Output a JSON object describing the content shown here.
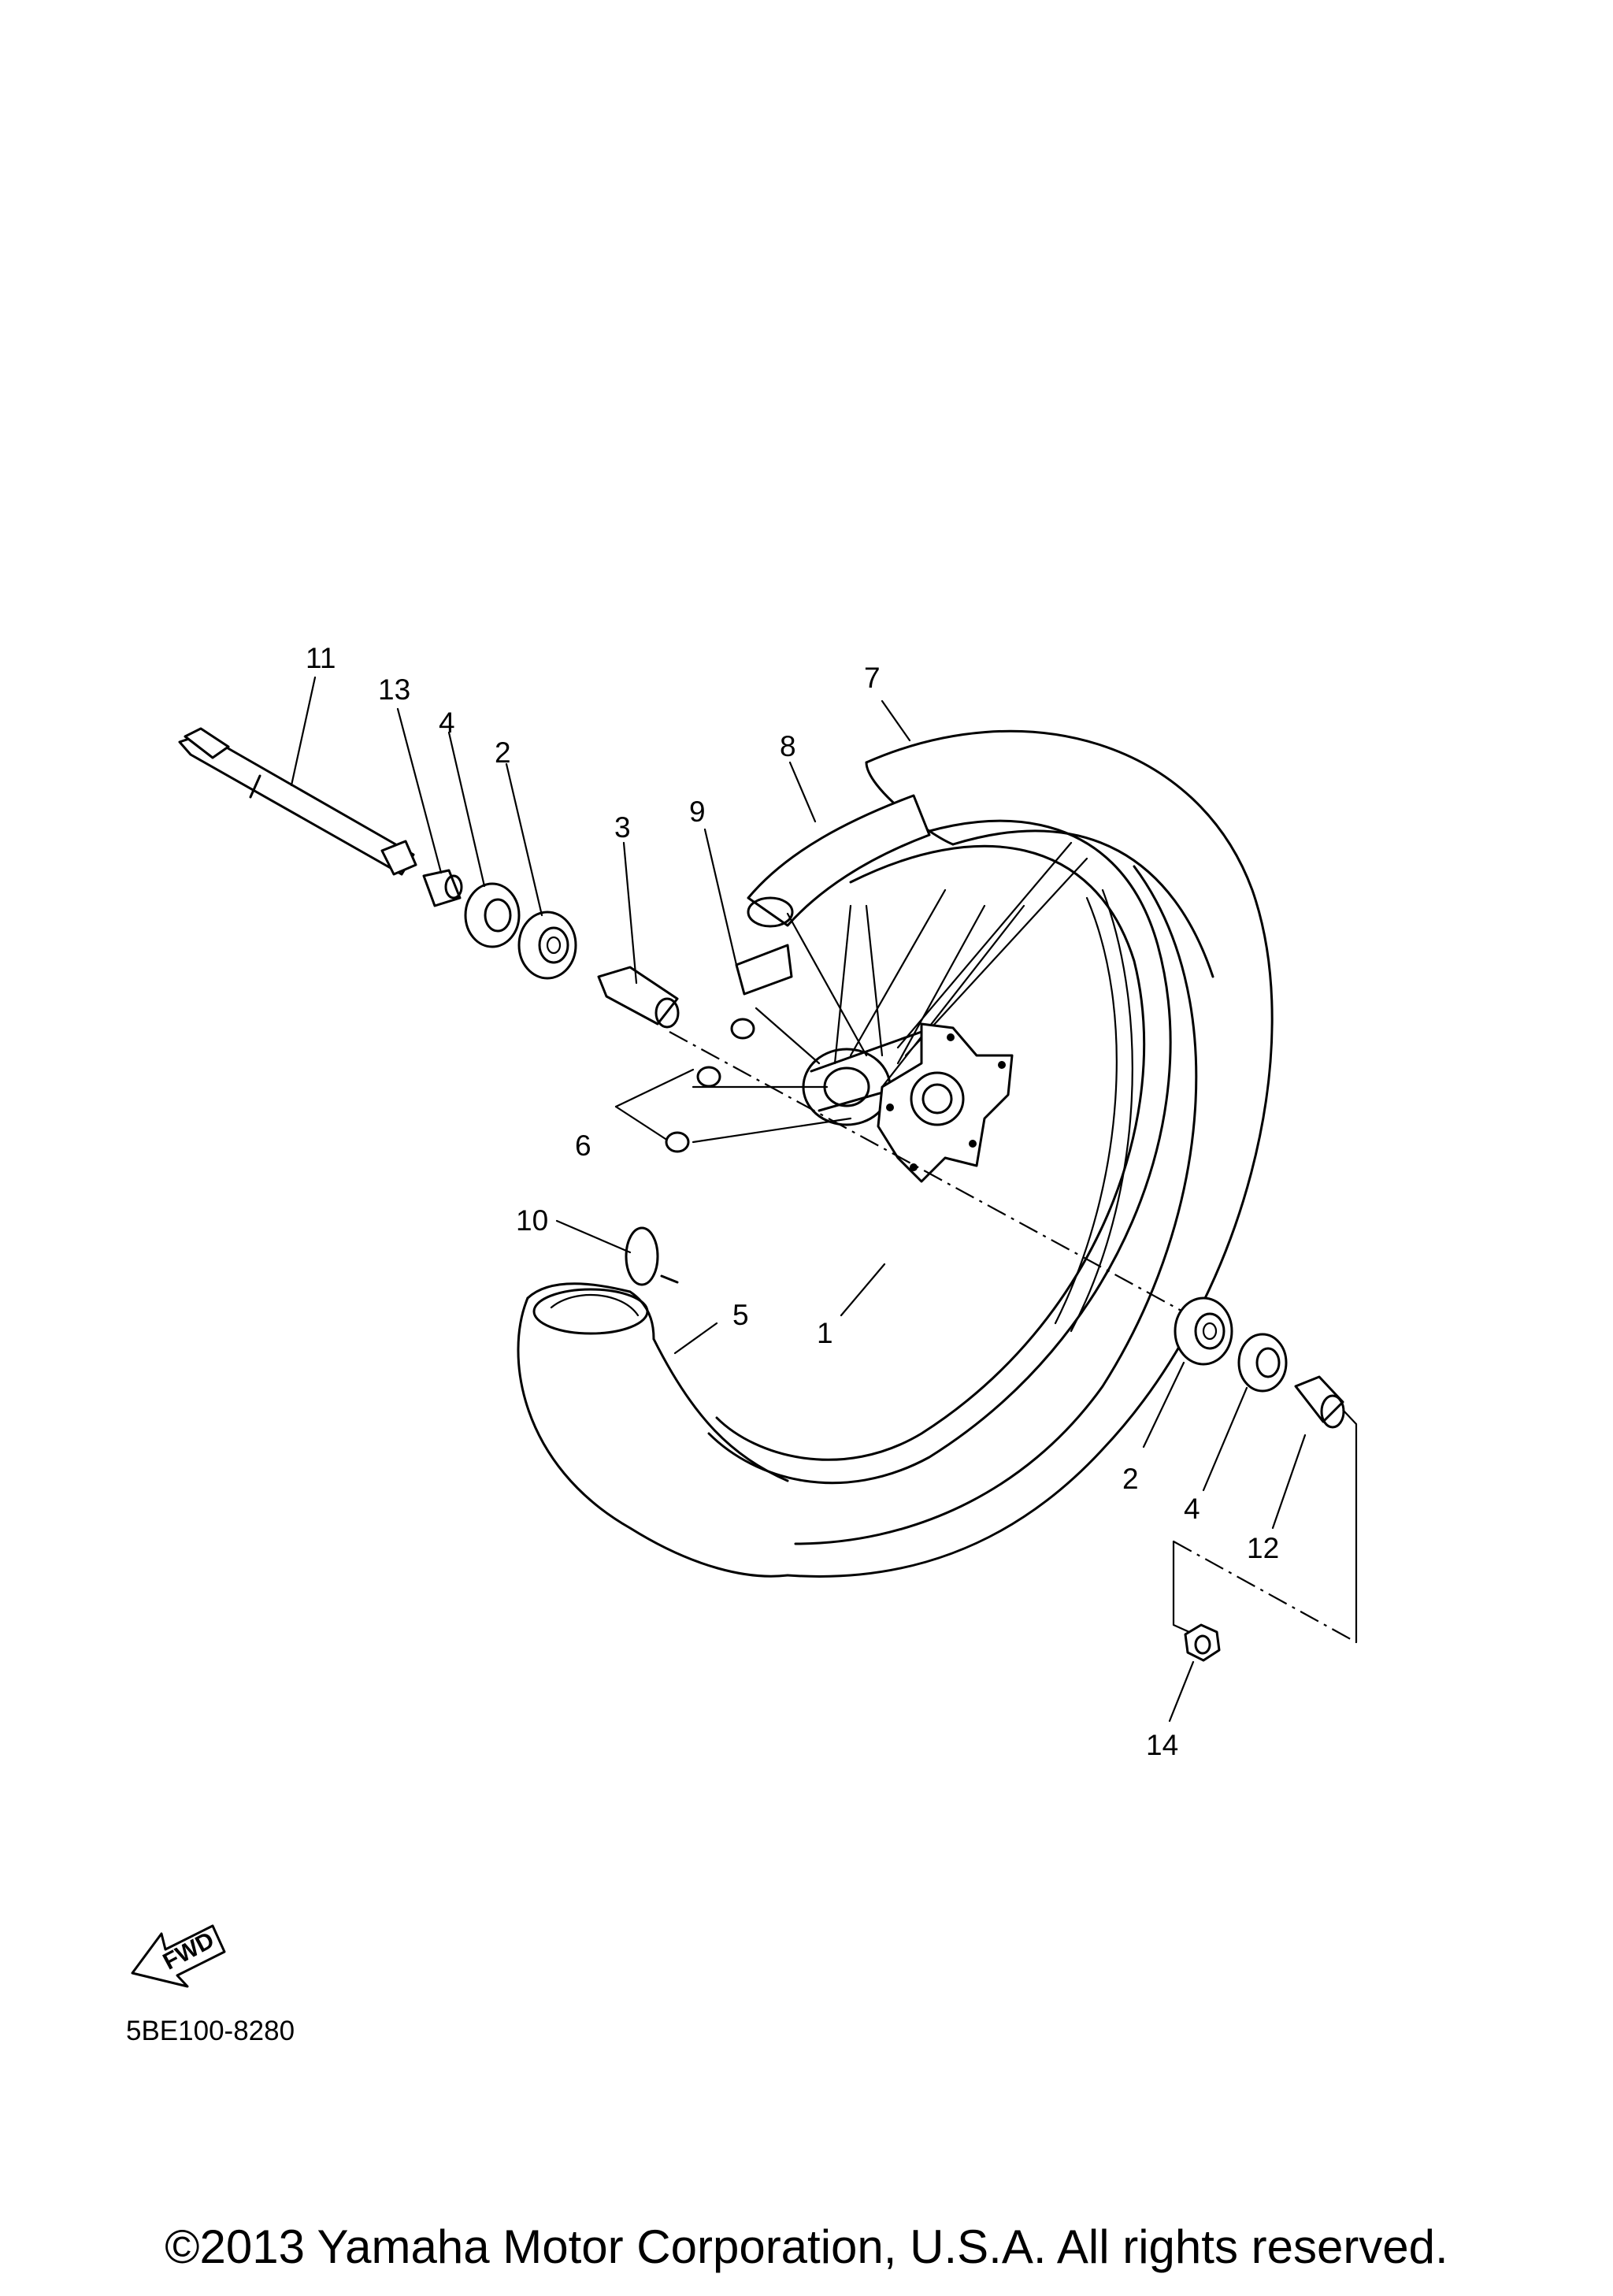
{
  "diagram": {
    "callouts": {
      "c1": "1",
      "c2a": "2",
      "c2b": "2",
      "c3": "3",
      "c4a": "4",
      "c4b": "4",
      "c5": "5",
      "c6": "6",
      "c7": "7",
      "c8": "8",
      "c9": "9",
      "c10": "10",
      "c11": "11",
      "c12": "12",
      "c13": "13",
      "c14": "14"
    },
    "fwd_label": "FWD",
    "drawing_code": "5BE100-8280"
  },
  "footer": {
    "copyright": "©2013 Yamaha Motor Corporation, U.S.A. All rights reserved."
  }
}
